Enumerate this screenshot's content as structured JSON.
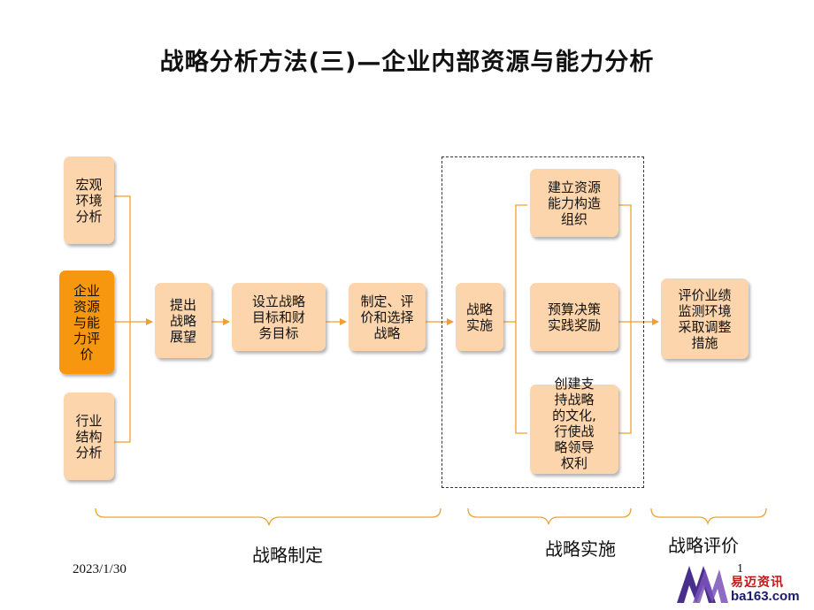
{
  "title": "战略分析方法(三)—企业内部资源与能力分析",
  "boxes": {
    "macro": "宏观\n环境\n分析",
    "resource": "企业\n资源\n与能\n力评\n价",
    "industry": "行业\n结构\n分析",
    "outlook": "提出\n战略\n展望",
    "goals": "设立战略\n目标和财\n务目标",
    "choose": "制定、评\n价和选择\n战略",
    "implement": "战略\n实施",
    "org": "建立资源\n能力构造\n组织",
    "budget": "预算决策\n实践奖励",
    "culture": "创建支\n持战略\n的文化,\n行使战\n略领导\n权利",
    "evaluate": "评价业绩\n监测环境\n采取调整\n措施"
  },
  "phases": {
    "formulation": "战略制定",
    "implementation": "战略实施",
    "evaluation": "战略评价"
  },
  "footer": {
    "date": "2023/1/30",
    "page": "1",
    "logo_cn": "易迈资讯",
    "logo_url": "ba163.com"
  },
  "colors": {
    "box_fill": "#fcd5ac",
    "active_fill": "#f7960f",
    "line": "#f0a030"
  }
}
